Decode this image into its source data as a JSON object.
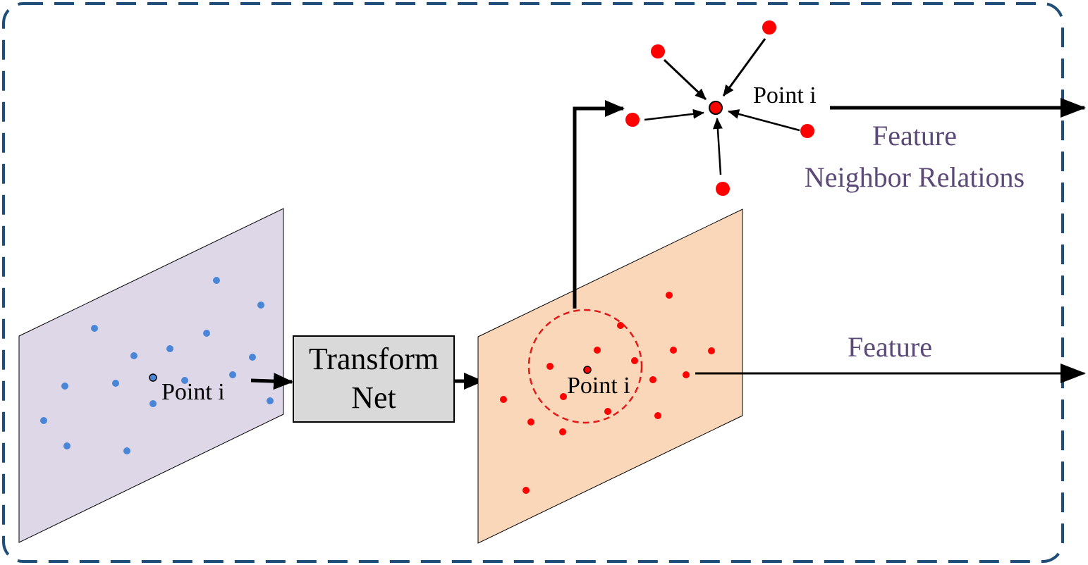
{
  "labels": {
    "input_point": "Point i",
    "transform_net_line1": "Transform",
    "transform_net_line2": "Net",
    "feature_point": "Point i",
    "neighbor_point": "Point i",
    "neighbor_output_line1": "Feature",
    "neighbor_output_line2": "Neighbor Relations",
    "feature_output": "Feature"
  },
  "colors": {
    "frame_border": "#1f4e79",
    "input_plane_fill": "#ddd7e8",
    "blue_point": "#4a86d8",
    "transform_box_fill": "#d9d9d9",
    "feature_plane_fill": "#fad7b9",
    "red_point": "#ff0000",
    "label_purple": "#5b4a78"
  }
}
